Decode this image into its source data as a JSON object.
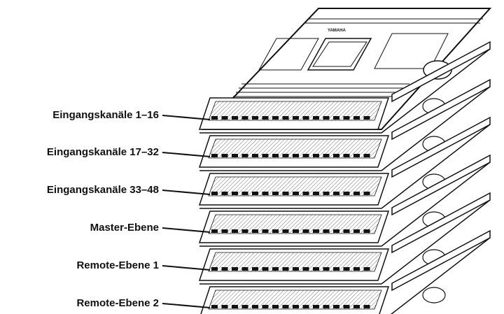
{
  "diagram": {
    "layer_labels": [
      "Eingangskanäle 1–16",
      "Eingangskanäle 17–32",
      "Eingangskanäle 33–48",
      "Master-Ebene",
      "Remote-Ebene 1",
      "Remote-Ebene 2"
    ],
    "brand_mark": "YAMAHA",
    "colors": {
      "ink": "#111111",
      "background": "#ffffff",
      "hatch": "#777777"
    }
  }
}
